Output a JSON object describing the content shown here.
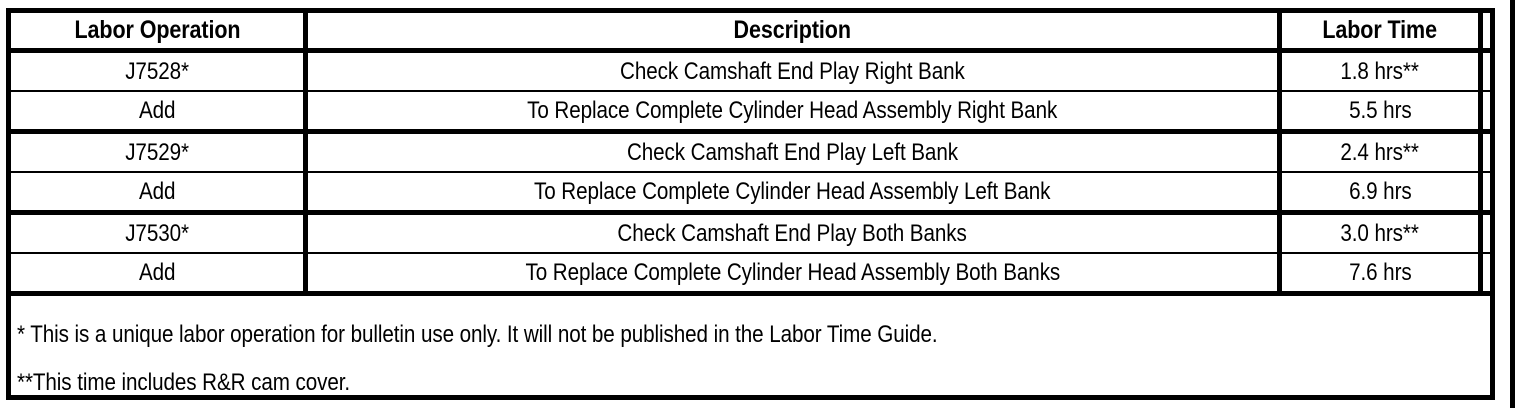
{
  "table": {
    "columns": [
      {
        "key": "labor_operation",
        "header": "Labor Operation",
        "align": "center"
      },
      {
        "key": "description",
        "header": "Description",
        "align": "center"
      },
      {
        "key": "labor_time",
        "header": "Labor Time",
        "align": "center"
      },
      {
        "key": "spacer",
        "header": "",
        "align": "center"
      }
    ],
    "rows": [
      {
        "labor_operation": "J7528*",
        "description": "Check Camshaft End Play Right Bank",
        "labor_time": "1.8 hrs**",
        "spacer": ""
      },
      {
        "labor_operation": "Add",
        "description": "To Replace Complete Cylinder Head Assembly Right Bank",
        "labor_time": "5.5 hrs",
        "spacer": ""
      },
      {
        "labor_operation": "J7529*",
        "description": "Check Camshaft End Play Left Bank",
        "labor_time": "2.4 hrs**",
        "spacer": ""
      },
      {
        "labor_operation": "Add",
        "description": "To Replace Complete Cylinder Head Assembly Left Bank",
        "labor_time": "6.9 hrs",
        "spacer": ""
      },
      {
        "labor_operation": "J7530*",
        "description": "Check Camshaft End Play Both Banks",
        "labor_time": "3.0 hrs**",
        "spacer": ""
      },
      {
        "labor_operation": "Add",
        "description": "To Replace Complete Cylinder Head Assembly Both Banks",
        "labor_time": "7.6 hrs",
        "spacer": ""
      }
    ],
    "footnotes": [
      "* This is a unique labor operation for bulletin use only. It will not be published in the Labor Time Guide.",
      "**This time includes R&R cam cover."
    ]
  },
  "colors": {
    "rule": "#000000",
    "text": "#000000",
    "background": "#ffffff"
  }
}
